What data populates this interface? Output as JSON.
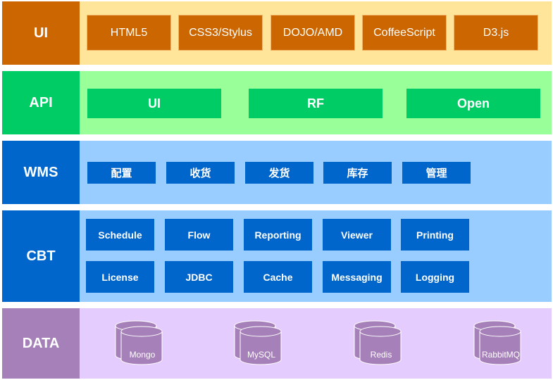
{
  "layers": {
    "ui": {
      "label": "UI",
      "items": [
        "HTML5",
        "CSS3/Stylus",
        "DOJO/AMD",
        "CoffeeScript",
        "D3.js"
      ]
    },
    "api": {
      "label": "API",
      "items": [
        "UI",
        "RF",
        "Open"
      ]
    },
    "wms": {
      "label": "WMS",
      "items": [
        "配置",
        "收货",
        "发货",
        "库存",
        "管理"
      ]
    },
    "cbt": {
      "label": "CBT",
      "row1": [
        "Schedule",
        "Flow",
        "Reporting",
        "Viewer",
        "Printing"
      ],
      "row2": [
        "License",
        "JDBC",
        "Cache",
        "Messaging",
        "Logging"
      ]
    },
    "data": {
      "label": "DATA",
      "items": [
        "Mongo",
        "MySQL",
        "Redis",
        "RabbitMQ"
      ]
    }
  },
  "colors": {
    "ui_label": "#cc6600",
    "ui_panel": "#ffe599",
    "api_label": "#00cc66",
    "api_panel": "#99ff99",
    "wms_label": "#0066cc",
    "wms_panel": "#99ccff",
    "cbt_label": "#0066cc",
    "cbt_panel": "#99ccff",
    "data_label": "#a680b8",
    "data_panel": "#e5ccff"
  }
}
